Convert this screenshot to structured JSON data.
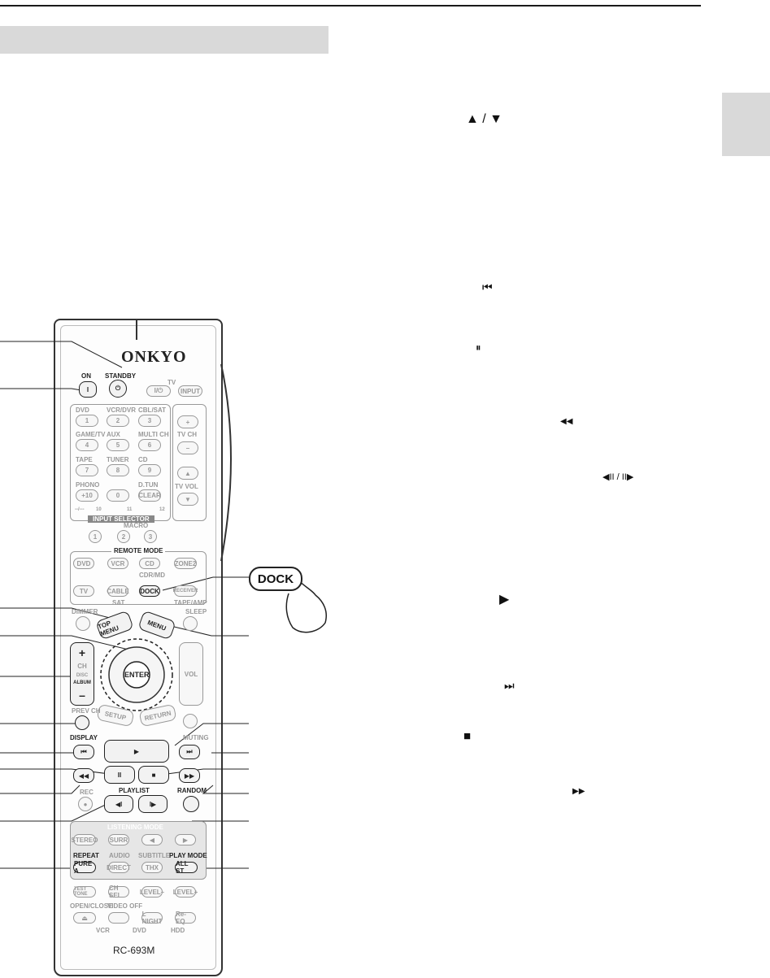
{
  "glyphs": {
    "up_down": "▲ / ▼",
    "prev_track": "⏮",
    "pause": "⏸",
    "rewind": "◀◀",
    "slow": "◀II / II▶",
    "play": "▶",
    "next_track": "⏭",
    "stop": "■",
    "fast_forward": "▶▶"
  },
  "remote": {
    "brand": "ONKYO",
    "model": "RC-693M",
    "on_label": "ON",
    "standby_label": "STANDBY",
    "tv_label": "TV",
    "tv_power": "I/⏻",
    "tv_input": "INPUT",
    "tv_ch": "TV CH",
    "tv_vol": "TV VOL",
    "input_selector": "INPUT SELECTOR",
    "inputs": [
      {
        "label": "DVD",
        "num": "1"
      },
      {
        "label": "VCR/DVR",
        "num": "2"
      },
      {
        "label": "CBL/SAT",
        "num": "3"
      },
      {
        "label": "GAME/TV",
        "num": "4"
      },
      {
        "label": "AUX",
        "num": "5"
      },
      {
        "label": "MULTI CH",
        "num": "6"
      },
      {
        "label": "TAPE",
        "num": "7"
      },
      {
        "label": "TUNER",
        "num": "8"
      },
      {
        "label": "CD",
        "num": "9"
      },
      {
        "label": "PHONO",
        "num": "+10"
      },
      {
        "label": "",
        "num": "0"
      },
      {
        "label": "D.TUN",
        "num": "CLEAR"
      }
    ],
    "sub_nums": [
      "--/---",
      "10",
      "11",
      "12"
    ],
    "macro_label": "MACRO",
    "macros": [
      "1",
      "2",
      "3"
    ],
    "remote_mode": "REMOTE MODE",
    "modes_row1": [
      "DVD",
      "VCR",
      "CD",
      "ZONE2"
    ],
    "modes_row2": [
      "TV",
      "CABLE",
      "DOCK",
      "RECEIVER"
    ],
    "cdr_md": "CDR/MD",
    "sat": "SAT",
    "tape_amp": "TAPE/AMP",
    "dimmer": "DIMMER",
    "sleep": "SLEEP",
    "top_menu": "TOP MENU",
    "menu": "MENU",
    "ch_label": "CH",
    "disc_label": "DISC",
    "album_label": "ALBUM",
    "plus": "+",
    "minus": "–",
    "enter": "ENTER",
    "vol": "VOL",
    "setup": "SETUP",
    "return": "RETURN",
    "prev_ch": "PREV CH",
    "display": "DISPLAY",
    "muting": "MUTING",
    "rec": "REC",
    "playlist": "PLAYLIST",
    "random": "RANDOM",
    "listening_mode": "LISTENING MODE",
    "lm_row": [
      "STEREO",
      "SURR",
      "◀",
      "▶"
    ],
    "repeat": "REPEAT",
    "audio": "AUDIO",
    "subtitle": "SUBTITLE",
    "play_mode": "PLAY MODE",
    "lm_row2": [
      "PURE A",
      "DIRECT",
      "THX",
      "ALL ST"
    ],
    "row3": [
      "TEST TONE",
      "CH SEL",
      "LEVEL–",
      "LEVEL+"
    ],
    "open_close": "OPEN/CLOSE",
    "video_off": "VIDEO OFF",
    "row4": [
      "⏏",
      "",
      "L NIGHT",
      "Re-EQ"
    ],
    "vcr": "VCR",
    "dvd": "DVD",
    "hdd": "HDD"
  },
  "callout": {
    "dock": "DOCK"
  }
}
